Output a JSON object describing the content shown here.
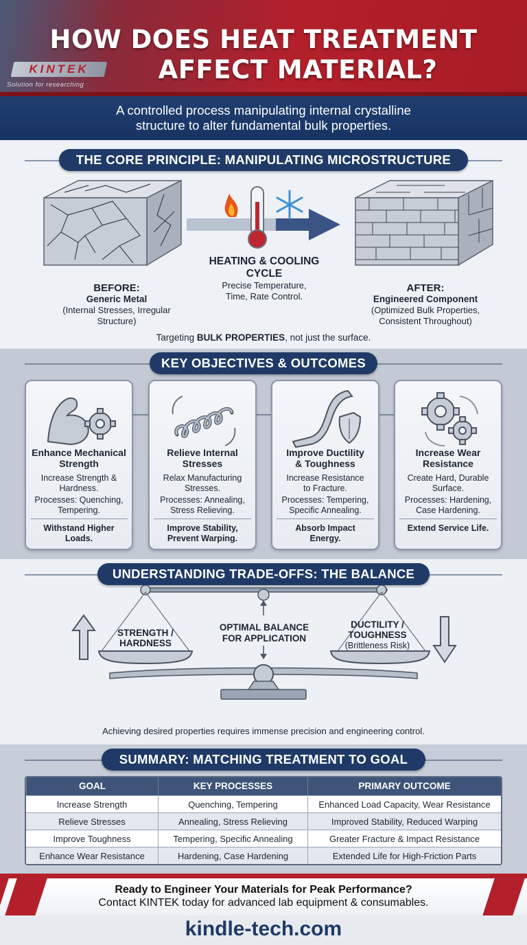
{
  "header": {
    "title_line1": "HOW DOES HEAT TREATMENT",
    "title_line2": "AFFECT MATERIAL?",
    "logo": "KINTEK",
    "logo_tagline": "Solution for researching",
    "subtitle": "A controlled process manipulating internal crystalline structure to alter fundamental bulk properties."
  },
  "core_principle": {
    "heading": "THE CORE PRINCIPLE: MANIPULATING MICROSTRUCTURE",
    "before": {
      "title": "BEFORE:",
      "subtitle": "Generic Metal",
      "detail": "(Internal Stresses, Irregular Structure)"
    },
    "cycle": {
      "title": "HEATING & COOLING CYCLE",
      "detail": "Precise Temperature, Time, Rate Control."
    },
    "after": {
      "title": "AFTER:",
      "subtitle": "Engineered Component",
      "detail": "(Optimized Bulk Properties, Consistent Throughout)"
    },
    "target_prefix": "Targeting ",
    "target_bold": "BULK PROPERTIES",
    "target_suffix": ", not just the surface.",
    "icons": [
      "flame-icon",
      "thermometer-icon",
      "snowflake-icon",
      "arrow-right-icon"
    ]
  },
  "objectives": {
    "heading": "KEY OBJECTIVES & OUTCOMES",
    "cards": [
      {
        "icon": "flexed-arm-gear-icon",
        "title": "Enhance Mechanical Strength",
        "desc": "Increase Strength & Hardness.",
        "processes": "Processes: Quenching, Tempering.",
        "outcome": "Withstand Higher Loads."
      },
      {
        "icon": "spring-icon",
        "title": "Relieve Internal Stresses",
        "desc": "Relax Manufacturing Stresses.",
        "processes": "Processes: Annealing, Stress Relieving.",
        "outcome": "Improve Stability, Prevent Warping."
      },
      {
        "icon": "bent-bar-shield-icon",
        "title": "Improve Ductility & Toughness",
        "desc": "Increase Resistance to Fracture.",
        "processes": "Processes: Tempering, Specific Annealing.",
        "outcome": "Absorb Impact Energy."
      },
      {
        "icon": "gears-icon",
        "title": "Increase Wear Resistance",
        "desc": "Create Hard, Durable Surface.",
        "processes": "Processes: Hardening, Case Hardening.",
        "outcome": "Extend Service Life."
      }
    ]
  },
  "tradeoffs": {
    "heading": "UNDERSTANDING TRADE-OFFS: THE BALANCE",
    "left_label": "STRENGTH / HARDNESS",
    "center_label": "OPTIMAL BALANCE FOR APPLICATION",
    "right_label": "DUCTILITY / TOUGHNESS",
    "right_note": "(Brittleness Risk)",
    "note": "Achieving desired properties requires immense precision and engineering control."
  },
  "summary": {
    "heading": "SUMMARY: MATCHING TREATMENT TO GOAL",
    "columns": [
      "GOAL",
      "KEY PROCESSES",
      "PRIMARY OUTCOME"
    ],
    "rows": [
      [
        "Increase Strength",
        "Quenching, Tempering",
        "Enhanced Load Capacity, Wear Resistance"
      ],
      [
        "Relieve Stresses",
        "Annealing, Stress Relieving",
        "Improved Stability, Reduced Warping"
      ],
      [
        "Improve Toughness",
        "Tempering, Specific Annealing",
        "Greater Fracture & Impact Resistance"
      ],
      [
        "Enhance Wear Resistance",
        "Hardening, Case Hardening",
        "Extended Life for High-Friction Parts"
      ]
    ]
  },
  "cta": {
    "line1": "Ready to Engineer Your Materials for Peak Performance?",
    "line2": "Contact KINTEK today for advanced lab equipment & consumables.",
    "website": "kindle-tech.com"
  },
  "colors": {
    "brand_red": "#b3202b",
    "navy": "#1f3a66",
    "steel": "#c7cdd6"
  }
}
